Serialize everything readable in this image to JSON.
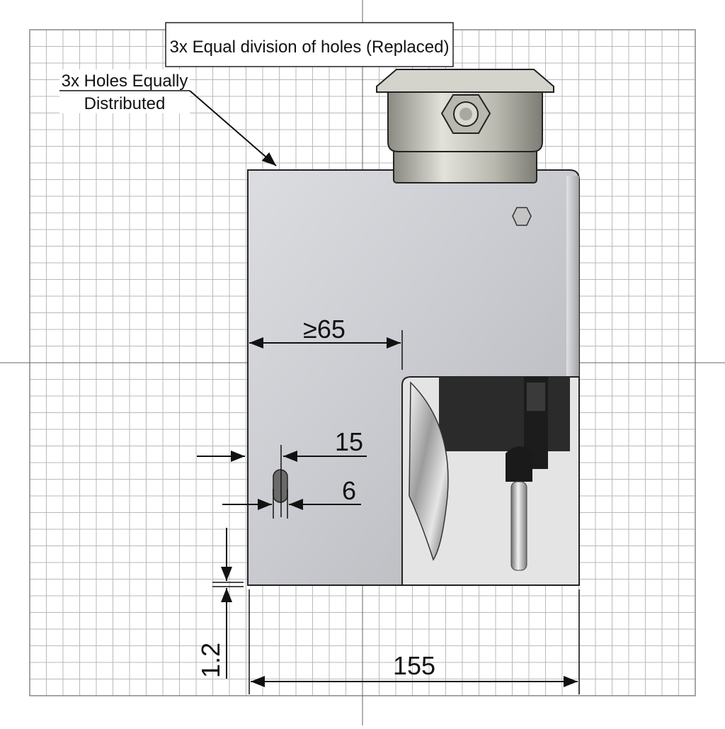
{
  "labels": {
    "top_note": "3x Equal division of holes (Replaced)",
    "side_note_line1": "3x Holes Equally",
    "side_note_line2": "Distributed"
  },
  "dimensions": {
    "min_width": "≥65",
    "hole_offset": "15",
    "hole_width": "6",
    "thickness": "1.2",
    "overall_width": "155"
  },
  "colors": {
    "grid": "#b9b9b9",
    "plate_light": "#d9dade",
    "plate_dark": "#a9abaf",
    "line": "#111111"
  }
}
